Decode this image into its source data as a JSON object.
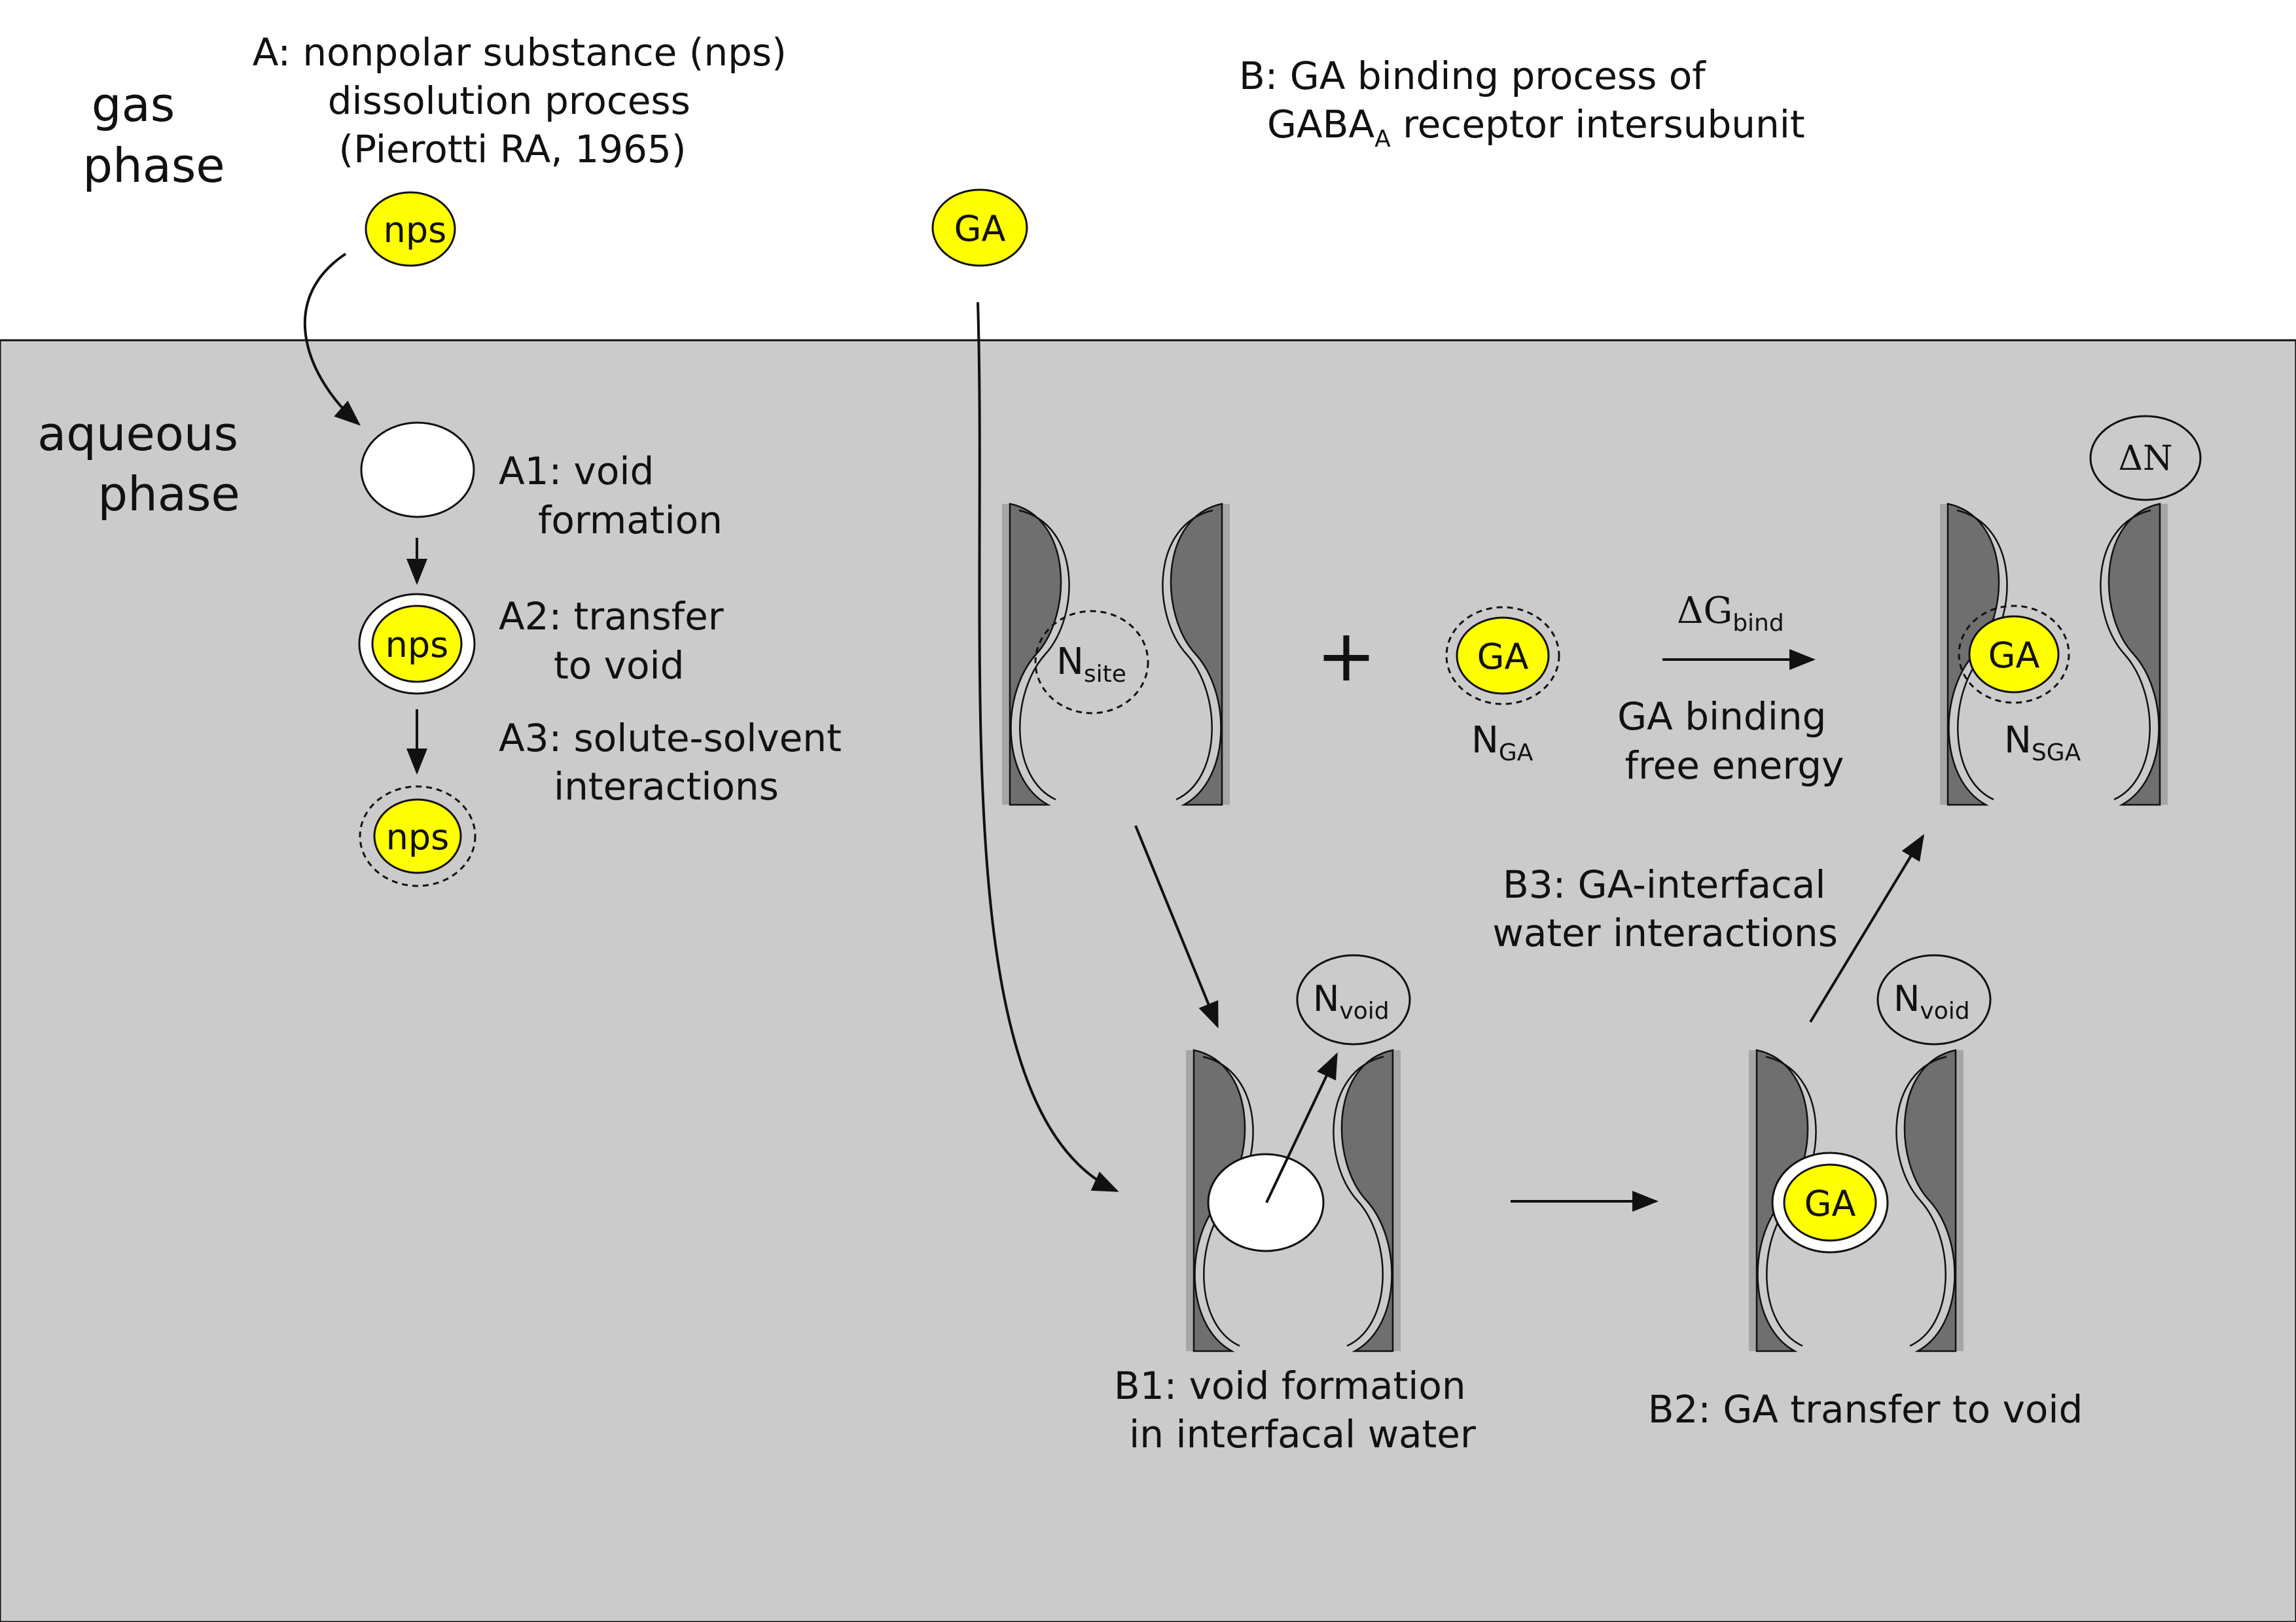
{
  "colors": {
    "aqueous": "#cbcbcb",
    "molecule": "#ffff00",
    "wall_dark": "#6f6f6f",
    "wall_light": "#a6a6a6",
    "ink": "#111111"
  },
  "phases": {
    "gas_line1": "gas",
    "gas_line2": "phase",
    "aqueous_line1": "aqueous",
    "aqueous_line2": "phase"
  },
  "panel_a": {
    "title_line1": "A: nonpolar substance (nps)",
    "title_line2": "dissolution process",
    "title_line3": "(Pierotti RA, 1965)",
    "molecule_label": "nps",
    "a1_line1": "A1: void",
    "a1_line2": "formation",
    "a2_line1": "A2: transfer",
    "a2_line2": "to void",
    "a3_line1": "A3: solute-solvent",
    "a3_line2": "interactions"
  },
  "panel_b": {
    "title_line1": "B: GA binding process of",
    "title_line2_main": "GABA",
    "title_line2_sub": "A",
    "title_line2_rest": " receptor intersubunit",
    "molecule_label": "GA",
    "plus": "+",
    "n_site_main": "N",
    "n_site_sub": "site",
    "n_ga_main": "N",
    "n_ga_sub": "GA",
    "n_sga_main": "N",
    "n_sga_sub": "SGA",
    "n_void_main": "N",
    "n_void_sub": "void",
    "delta_n": "ΔN",
    "dg_main": "ΔG",
    "dg_sub": "bind",
    "dg_line1": "GA binding",
    "dg_line2": "free energy",
    "b1_line1": "B1: void formation",
    "b1_line2": "in interfacal water",
    "b2_label": "B2: GA transfer to void",
    "b3_line1": "B3: GA-interfacal",
    "b3_line2": "water interactions"
  }
}
